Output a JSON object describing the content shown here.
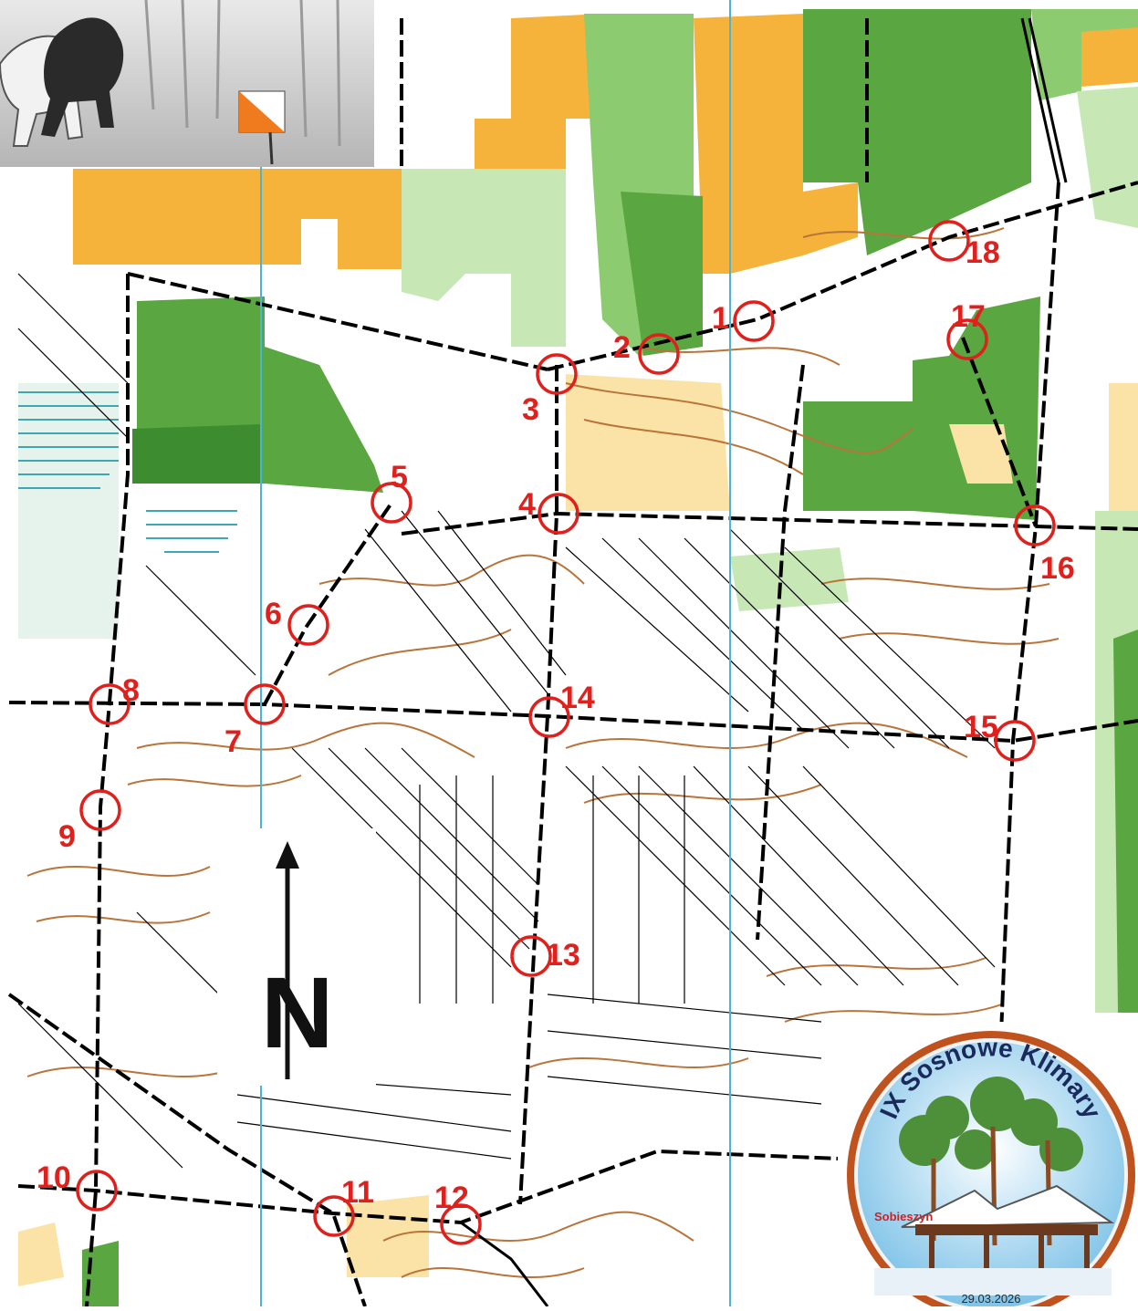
{
  "map": {
    "colors": {
      "open_yellow": "#f6b33c",
      "light_yellow": "#fbe3a8",
      "forest_dark": "#5aa640",
      "forest_mid": "#8ccb6f",
      "forest_light": "#c7e8b5",
      "marsh_blue": "#3fa7b3",
      "contour_brown": "#b9743a",
      "course_red": "#e0201c",
      "magnetic_line": "#4bb3d6"
    },
    "controls": [
      {
        "number": "1"
      },
      {
        "number": "2"
      },
      {
        "number": "3"
      },
      {
        "number": "4"
      },
      {
        "number": "5"
      },
      {
        "number": "6"
      },
      {
        "number": "7"
      },
      {
        "number": "8"
      },
      {
        "number": "9"
      },
      {
        "number": "10"
      },
      {
        "number": "11"
      },
      {
        "number": "12"
      },
      {
        "number": "13"
      },
      {
        "number": "14"
      },
      {
        "number": "15"
      },
      {
        "number": "16"
      },
      {
        "number": "17"
      },
      {
        "number": "18"
      }
    ]
  },
  "north_arrow": {
    "letter": "N"
  },
  "logo": {
    "title": "IX Sosnowe Klimary",
    "small_text": "Sobieszyn",
    "date": "29.03.2026"
  },
  "top_image": {
    "icon": "horses-and-control-flag"
  }
}
